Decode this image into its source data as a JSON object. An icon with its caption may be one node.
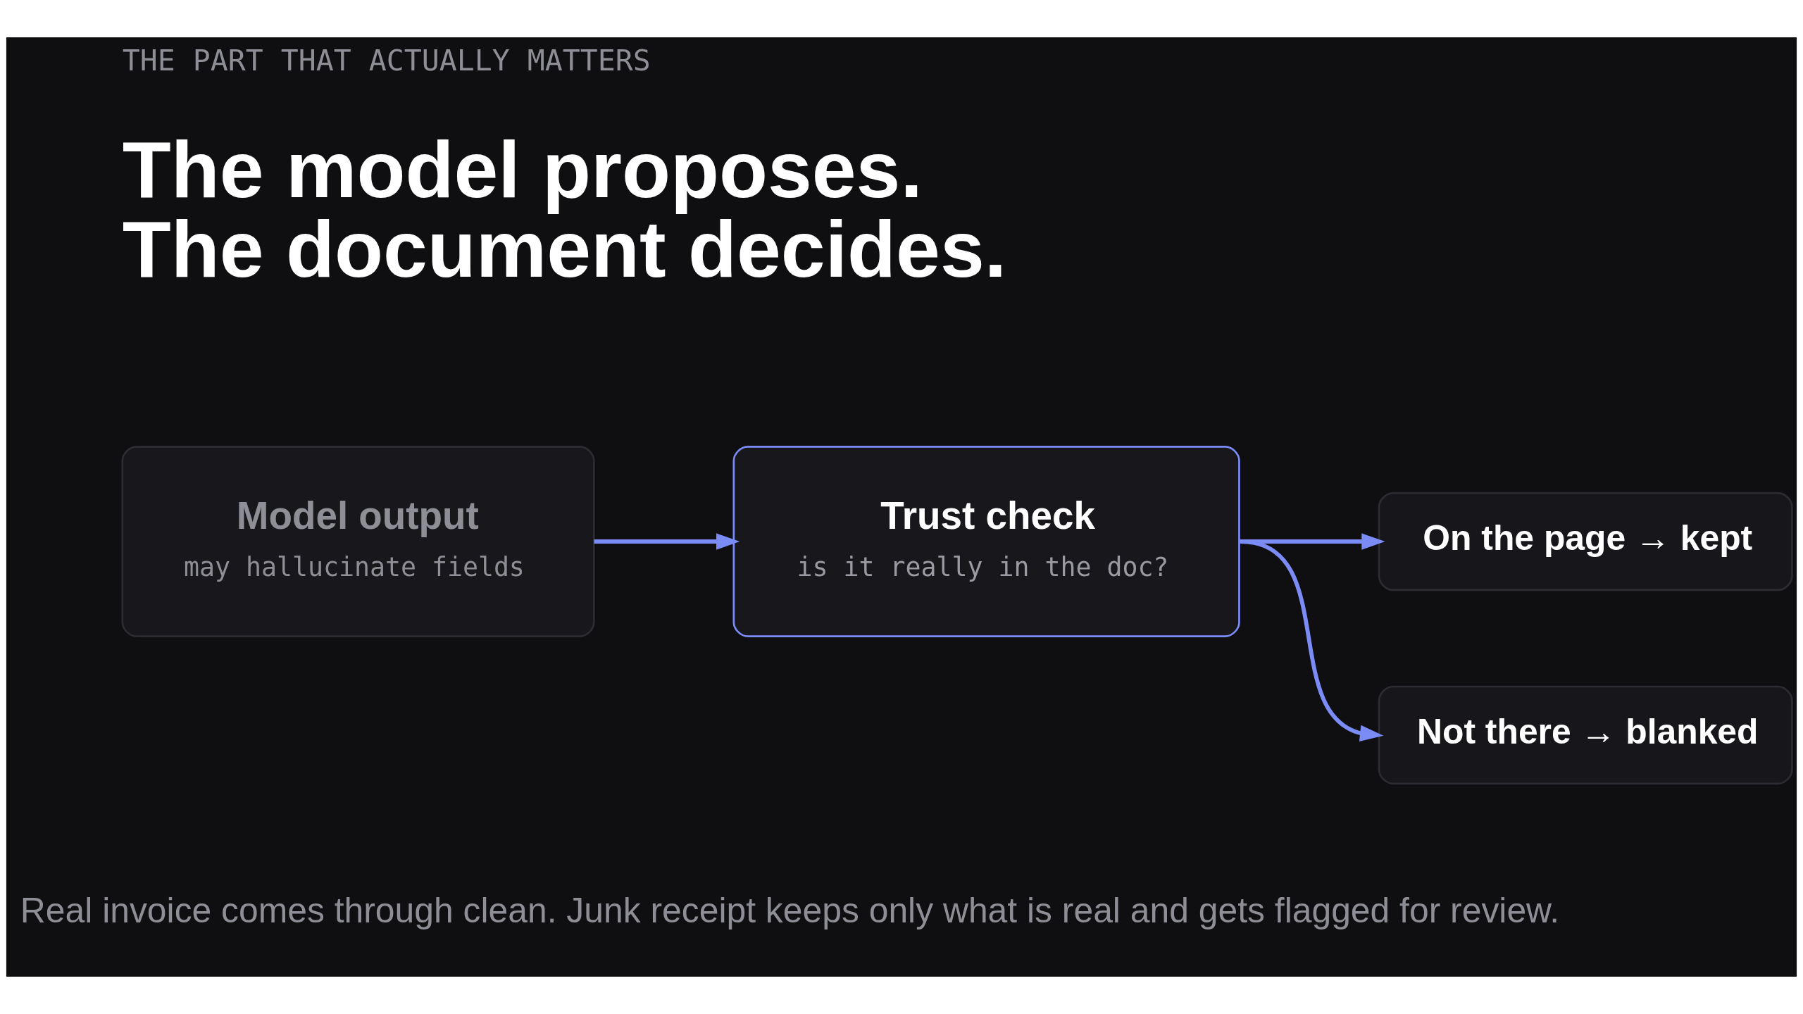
{
  "diagram": {
    "title": "The model proposes. The document decides.",
    "caption": "Real invoice comes through clean. Junk receipt keeps only what is real and gets flagged for review.",
    "nodes": [
      {
        "text": [
          "Model output",
          "may hallucinate fields"
        ]
      },
      {
        "text": [
          "Trust check",
          "is it really in the doc?"
        ]
      },
      {
        "text": [
          "On the page → kept"
        ]
      },
      {
        "text": [
          "Not there → blanked"
        ]
      }
    ],
    "edges": [
      {
        "from": 0,
        "to": 1,
        "arrow": "to"
      },
      {
        "from": 1,
        "to": 2,
        "arrow": "to"
      },
      {
        "from": 1,
        "to": 3,
        "arrow": "to"
      }
    ],
    "labels": [
      "THE PART THAT ACTUALLY MATTERS"
    ]
  }
}
